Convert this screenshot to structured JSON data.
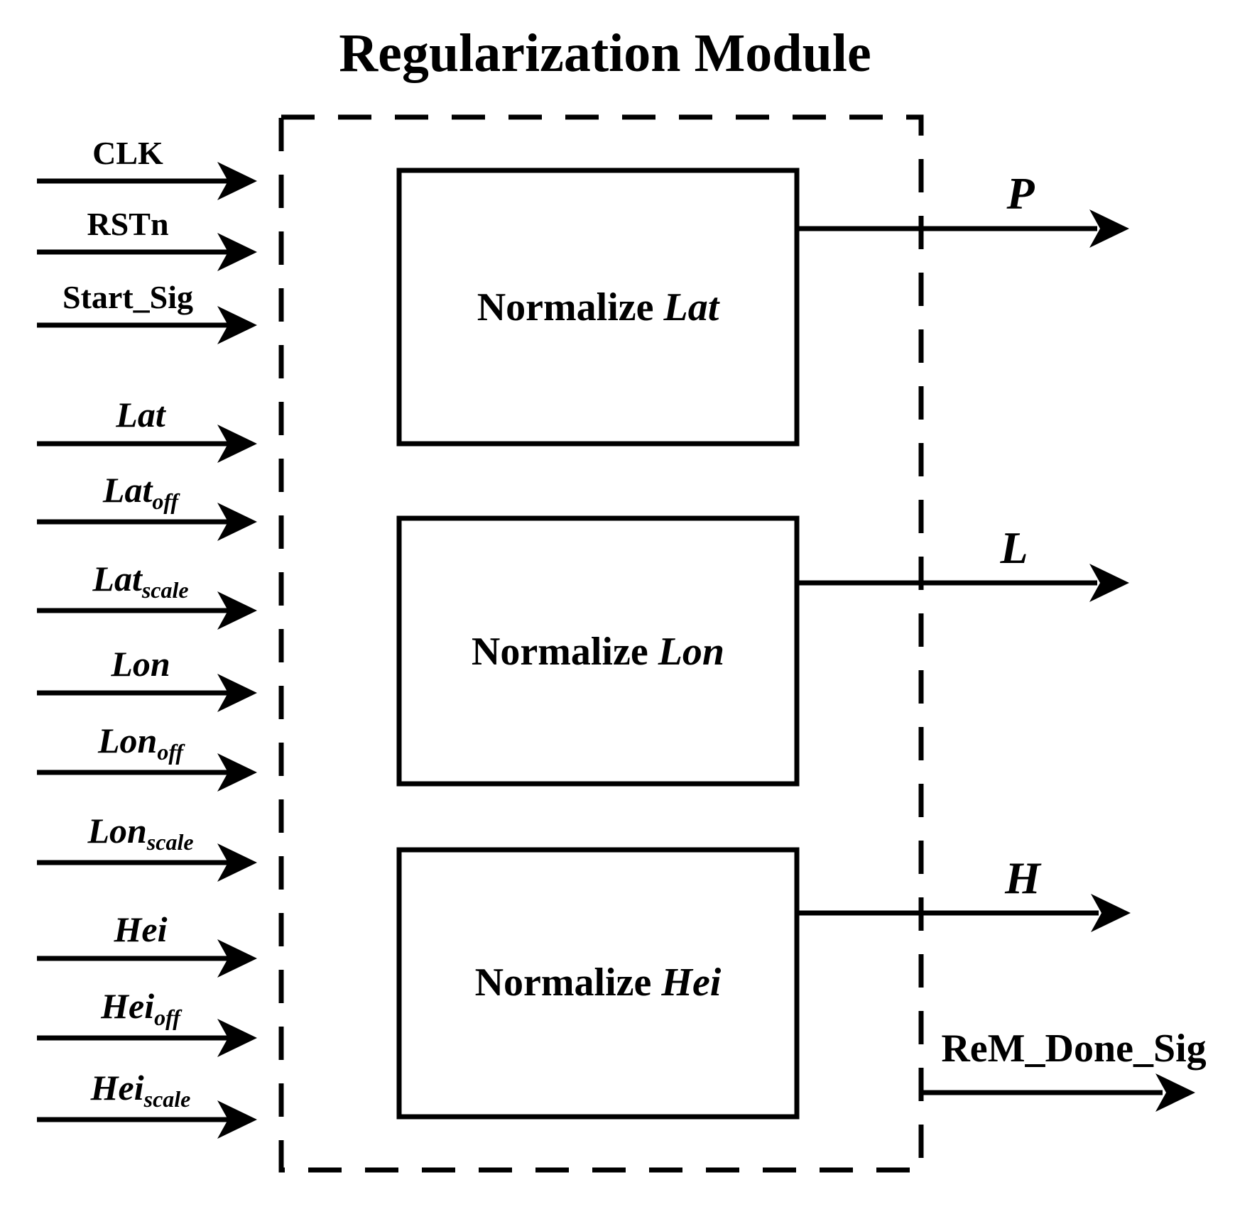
{
  "title": "Regularization Module",
  "boxes": [
    {
      "prefix": "Normalize",
      "signal": "Lat"
    },
    {
      "prefix": "Normalize",
      "signal": "Lon"
    },
    {
      "prefix": "Normalize",
      "signal": "Hei"
    }
  ],
  "inputs": [
    {
      "base": "CLK",
      "sub": ""
    },
    {
      "base": "RSTn",
      "sub": ""
    },
    {
      "base": "Start_Sig",
      "sub": ""
    },
    {
      "base": "Lat",
      "sub": ""
    },
    {
      "base": "Lat",
      "sub": "off"
    },
    {
      "base": "Lat",
      "sub": "scale"
    },
    {
      "base": "Lon",
      "sub": ""
    },
    {
      "base": "Lon",
      "sub": "off"
    },
    {
      "base": "Lon",
      "sub": "scale"
    },
    {
      "base": "Hei",
      "sub": ""
    },
    {
      "base": "Hei",
      "sub": "off"
    },
    {
      "base": "Hei",
      "sub": "scale"
    }
  ],
  "outputs": [
    {
      "label": "P"
    },
    {
      "label": "L"
    },
    {
      "label": "H"
    },
    {
      "label": "ReM_Done_Sig"
    }
  ],
  "colors": {
    "ink": "#000000",
    "background": "#ffffff"
  }
}
